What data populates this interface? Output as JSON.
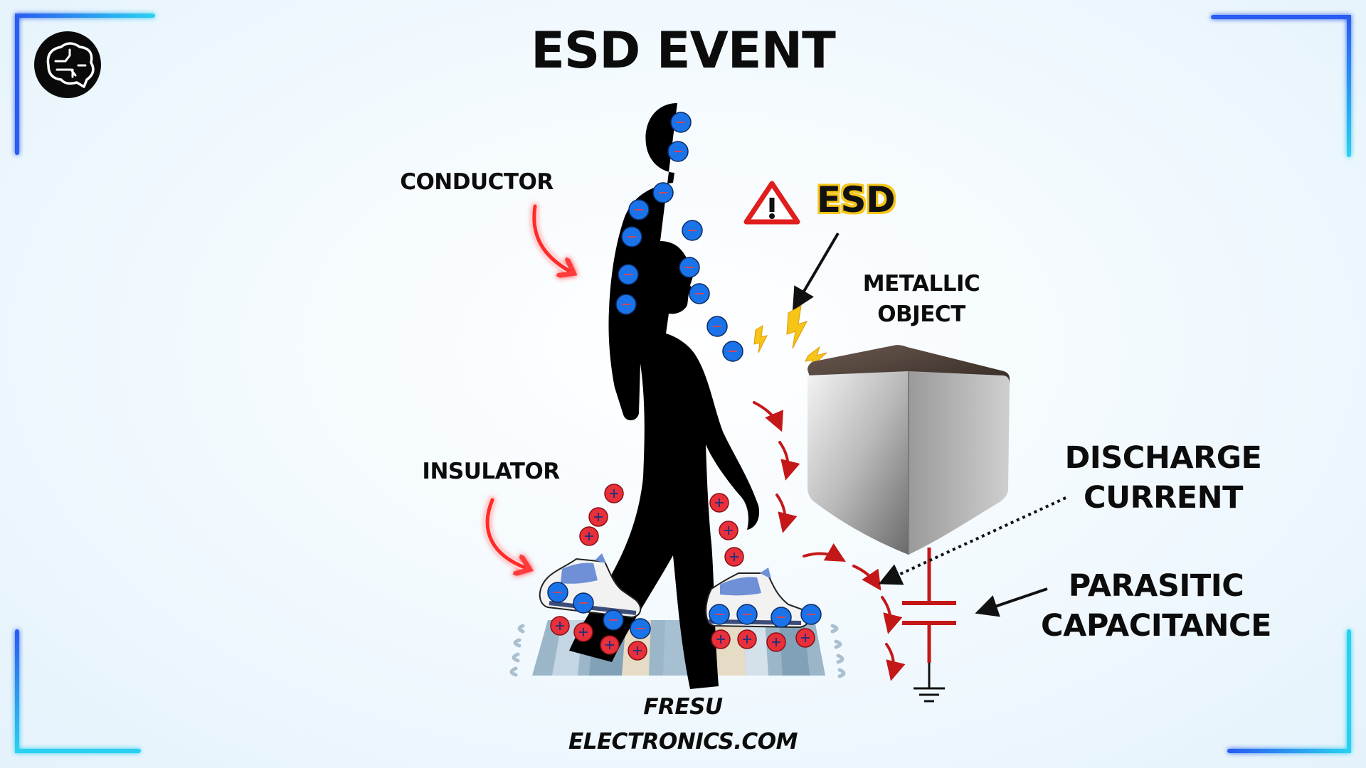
{
  "title": "ESD EVENT",
  "labels": {
    "conductor": "CONDUCTOR",
    "insulator": "INSULATOR",
    "esd": "ESD",
    "metallic_object_line1": "METALLIC",
    "metallic_object_line2": "OBJECT",
    "discharge_current_line1": "DISCHARGE",
    "discharge_current_line2": "CURRENT",
    "parasitic_capacitance_line1": "PARASITIC",
    "parasitic_capacitance_line2": "CAPACITANCE"
  },
  "brand": {
    "line1": "FRESU",
    "line2": "ELECTRONICS.COM"
  },
  "charges": {
    "negative_symbol": "−",
    "positive_symbol": "+"
  },
  "icons": {
    "logo": "brain-circuit-icon",
    "warning": "warning-triangle-icon",
    "spark": "lightning-icon",
    "ground": "ground-symbol-icon"
  },
  "colors": {
    "negative_charge": "#1a73e8",
    "positive_charge": "#e8303a",
    "arrow_red": "#c41818",
    "spark_yellow": "#f5c518",
    "frame_cyan": "#2ad0f0",
    "frame_blue": "#2a5cf0"
  }
}
